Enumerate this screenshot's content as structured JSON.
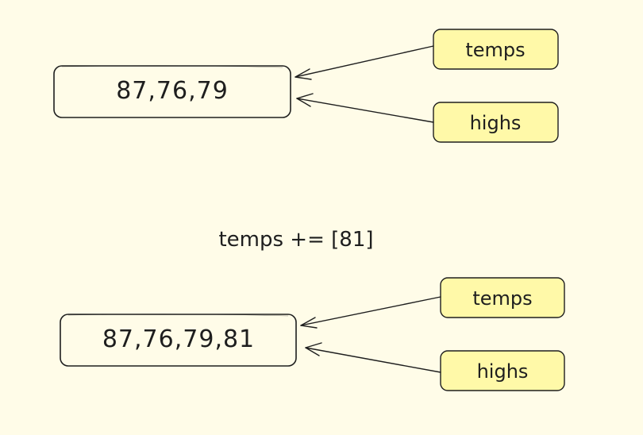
{
  "before": {
    "value": "87,76,79",
    "names": [
      "temps",
      "highs"
    ]
  },
  "operation": "temps += [81]",
  "after": {
    "value": "87,76,79,81",
    "names": [
      "temps",
      "highs"
    ]
  },
  "colors": {
    "background": "#fffce8",
    "name_fill": "#fff9a8",
    "stroke": "#1e1e1e"
  }
}
